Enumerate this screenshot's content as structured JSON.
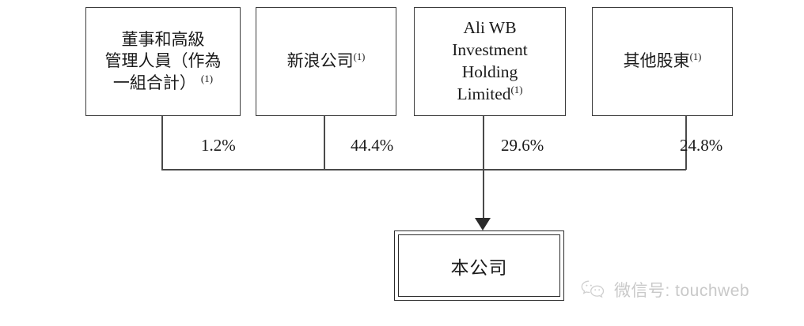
{
  "diagram": {
    "type": "org-ownership-chart",
    "shareholders": [
      {
        "id": "directors",
        "label_lines": [
          "董事和高級",
          "管理人員（作為",
          "一組合計）"
        ],
        "footnote": "(1)",
        "footnote_spaced": true,
        "percent": "1.2%"
      },
      {
        "id": "sina",
        "label_lines": [
          "新浪公司"
        ],
        "footnote": "(1)",
        "footnote_spaced": false,
        "percent": "44.4%"
      },
      {
        "id": "aliwb",
        "label_lines": [
          "Ali WB",
          "Investment",
          "Holding",
          "Limited"
        ],
        "footnote": "(1)",
        "footnote_spaced": false,
        "percent": "29.6%"
      },
      {
        "id": "other",
        "label_lines": [
          "其他股東"
        ],
        "footnote": "(1)",
        "footnote_spaced": false,
        "percent": "24.8%"
      }
    ],
    "company": {
      "label": "本公司"
    }
  },
  "watermark": {
    "icon": "wechat-icon",
    "text": "微信号: touchweb",
    "color": "#c9c9c9"
  },
  "colors": {
    "background": "#ffffff",
    "box_border": "#3c3c3c",
    "line": "#4a4a4a",
    "text": "#1a1a1a"
  }
}
